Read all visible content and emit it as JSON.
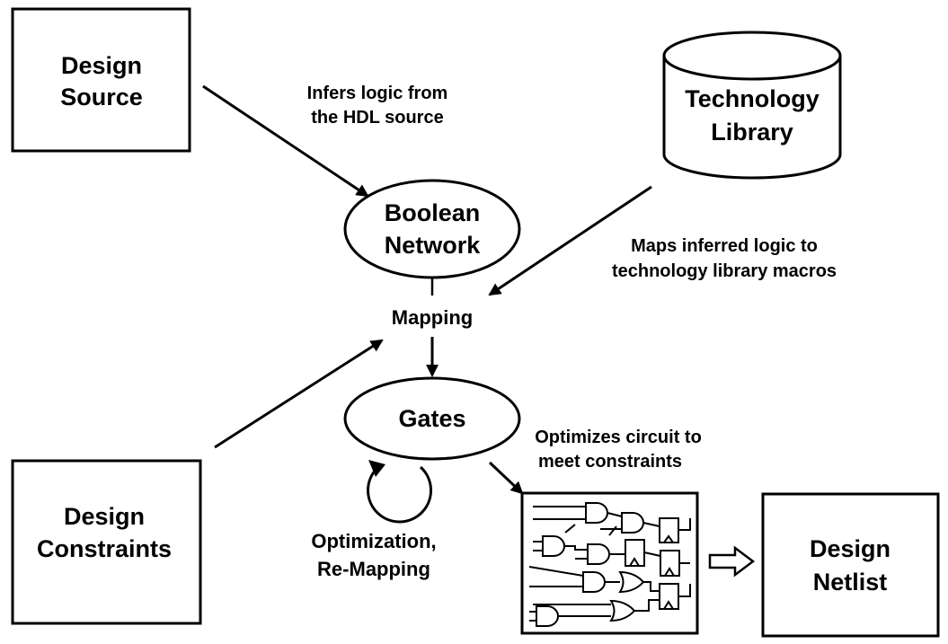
{
  "nodes": {
    "design_source": {
      "line1": "Design",
      "line2": "Source"
    },
    "technology_library": {
      "line1": "Technology",
      "line2": "Library"
    },
    "boolean_network": {
      "line1": "Boolean",
      "line2": "Network"
    },
    "gates": {
      "label": "Gates"
    },
    "design_constraints": {
      "line1": "Design",
      "line2": "Constraints"
    },
    "design_netlist": {
      "line1": "Design",
      "line2": "Netlist"
    }
  },
  "labels": {
    "mapping": "Mapping",
    "infers": {
      "line1": "Infers logic from",
      "line2": "the HDL source"
    },
    "maps": {
      "line1": "Maps inferred logic to",
      "line2": "technology library macros"
    },
    "optimizes": {
      "line1": "Optimizes circuit to",
      "line2": "meet constraints"
    },
    "optimization": {
      "line1": "Optimization,",
      "line2": "Re-Mapping"
    }
  },
  "icons": {
    "circuit": "gate-level-circuit-icon",
    "loop": "circular-arrow-icon",
    "output_arrow": "hollow-right-arrow-icon"
  },
  "colors": {
    "ink": "#000000",
    "background": "#ffffff"
  }
}
